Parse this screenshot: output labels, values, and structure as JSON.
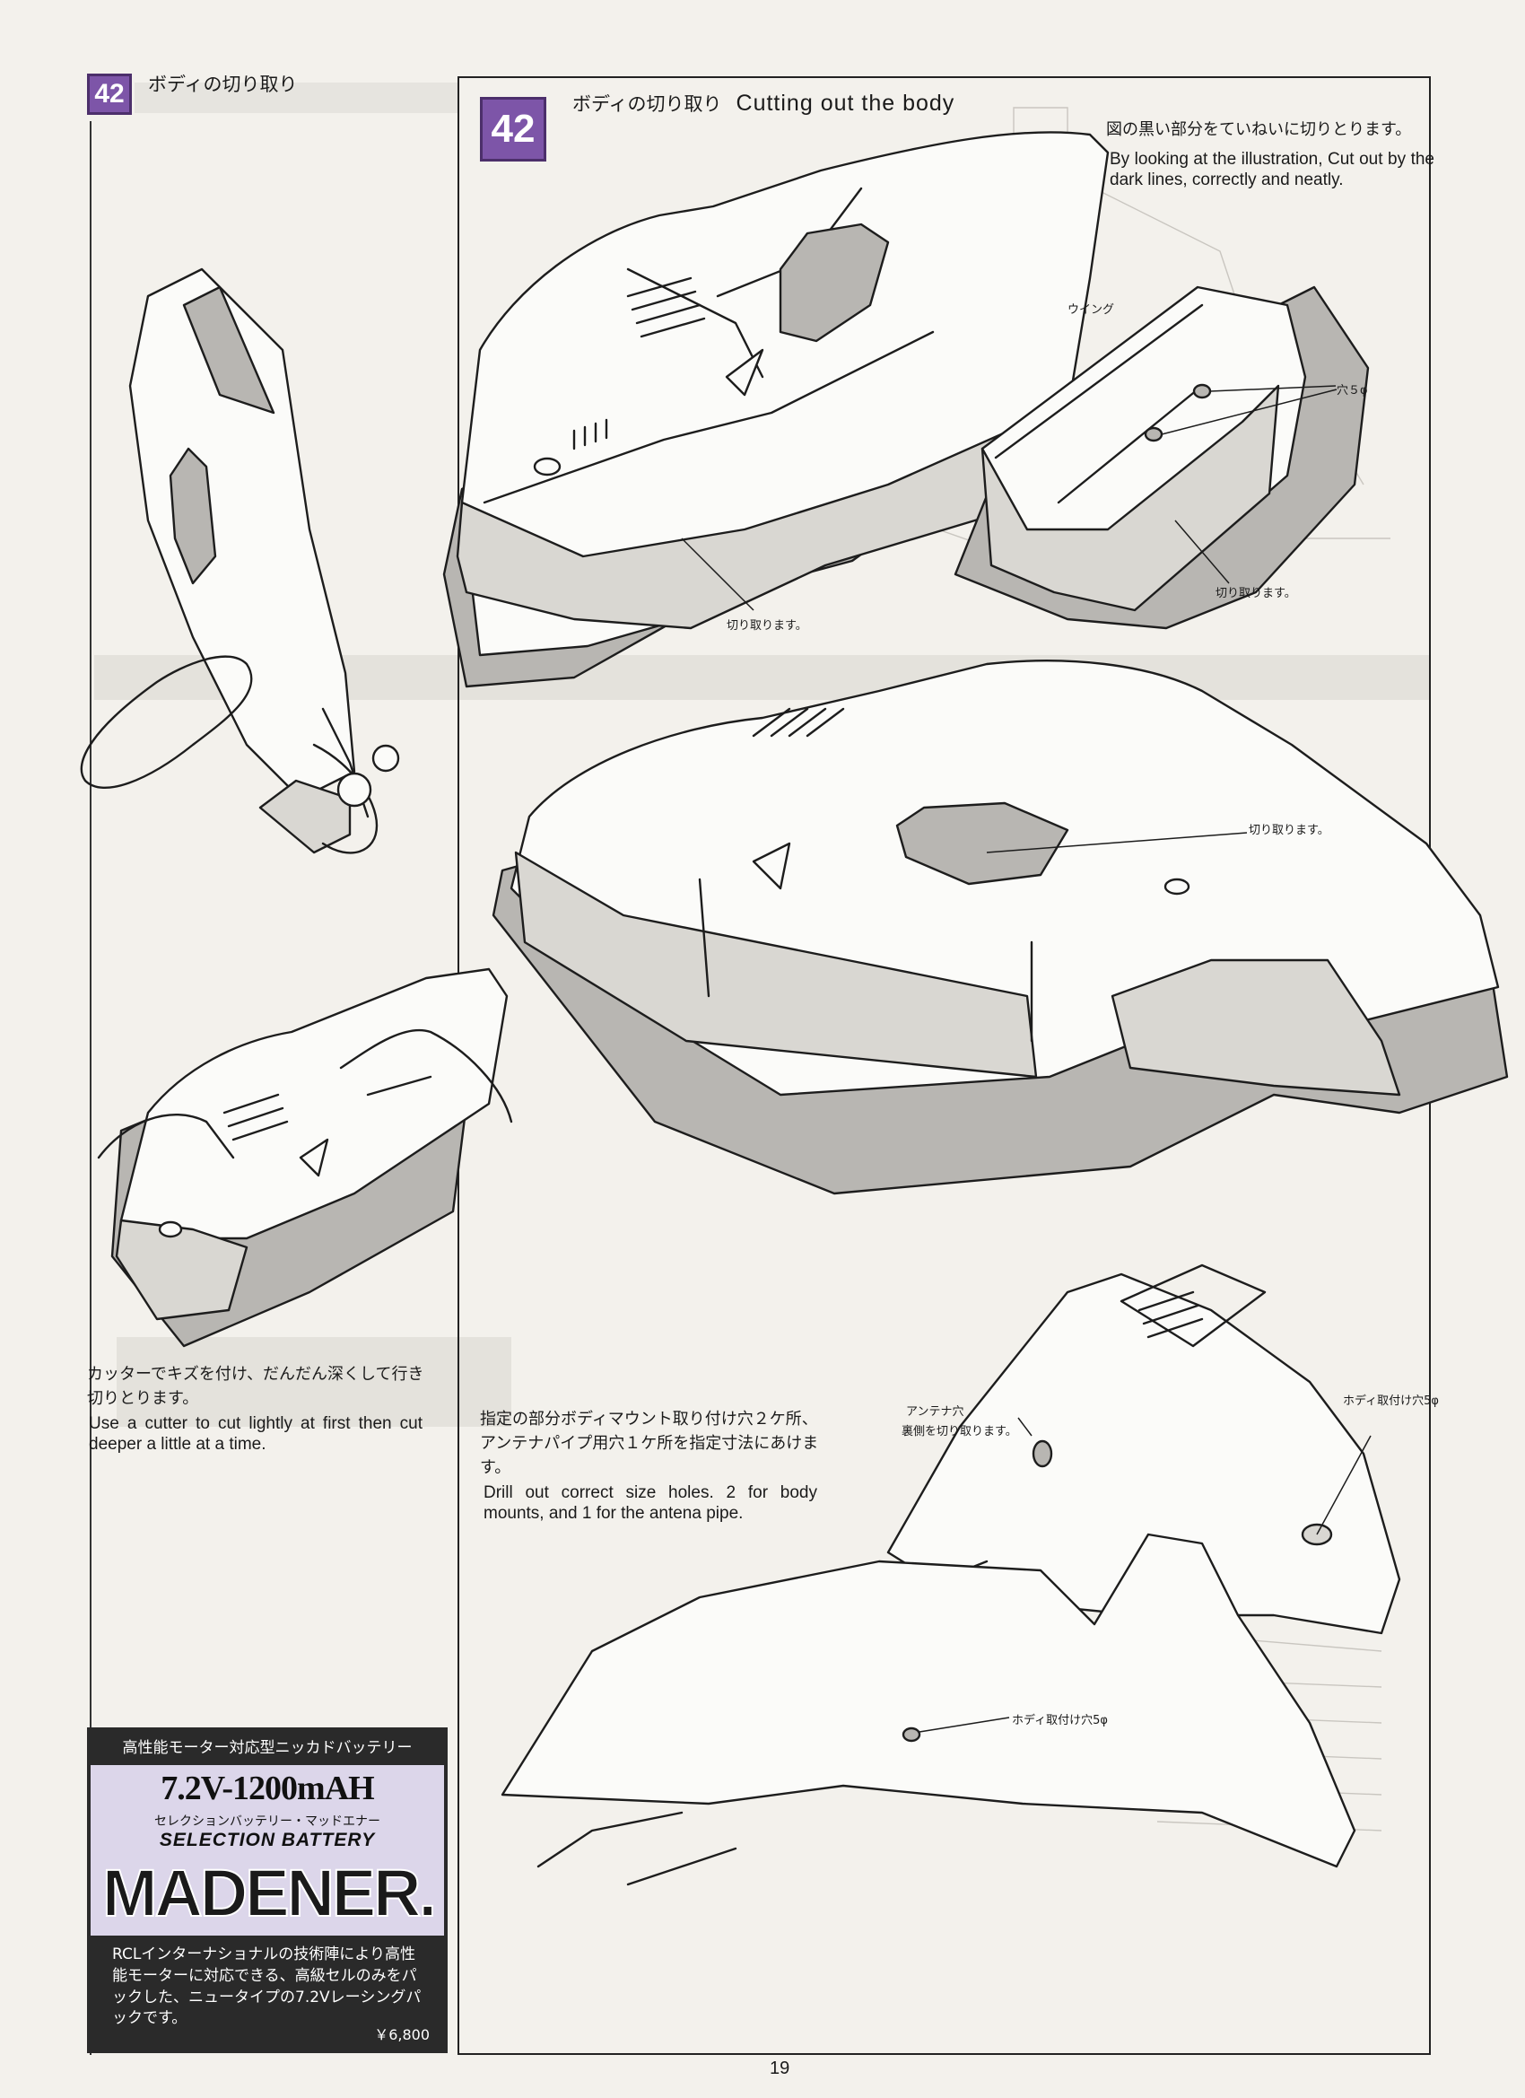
{
  "step": {
    "number": "42",
    "header_left": "ボディの切り取り",
    "header_main_jp": "ボディの切り取り",
    "header_main_en": "Cutting out the body"
  },
  "intro": {
    "jp": "図の黒い部分をていねいに切りとります。",
    "en": "By looking at the illustration, Cut out by the dark lines, correctly and neatly."
  },
  "labels": {
    "wing": "ウイング",
    "hole5": "穴５φ",
    "cut1": "切り取ります。",
    "cut2": "切り取ります。",
    "cut3": "切り取ります。",
    "antenna_hole": "アンテナ穴",
    "antenna_back": "裏側を切り取ります。",
    "mount_hole_a": "ホディ取付け穴5φ",
    "mount_hole_b": "ホディ取付け穴5φ"
  },
  "cutter_note": {
    "jp": "カッターでキズを付け、だんだん深くして行き切りとります。",
    "en": "Use a cutter to cut lightly at first then cut deeper a little at a time."
  },
  "drill_note": {
    "jp": "指定の部分ボディマウント取り付け穴２ケ所、アンテナパイプ用穴１ケ所を指定寸法にあけます。",
    "en": "Drill out correct size holes. 2 for body mounts, and 1 for the antena pipe."
  },
  "battery_ad": {
    "tagline": "高性能モーター対応型ニッカドバッテリー",
    "model": "7.2V-1200mAH",
    "subtitle": "セレクションバッテリー・マッドエナー",
    "series": "SELECTION BATTERY",
    "logo": "MADENER.",
    "description": "RCLインターナショナルの技術陣により高性能モーターに対応できる、高級セルのみをパックした、ニュータイプの7.2Vレーシングパックです。",
    "price": "￥6,800"
  },
  "page_number": "19"
}
